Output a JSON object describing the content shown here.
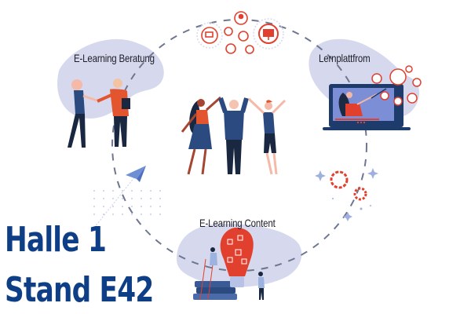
{
  "sections": {
    "consulting": {
      "label": "E-Learning Beratung"
    },
    "platform": {
      "label": "Lernplattfrom"
    },
    "content": {
      "label": "E-Learning Content"
    }
  },
  "booth": {
    "hall": "Halle 1",
    "stand": "Stand E42"
  },
  "colors": {
    "brand_blue": "#0e3f86",
    "accent_red": "#e2402e",
    "blob_lavender": "#d6d9ee",
    "dash_gray": "#6f7790",
    "sparkle_blue": "#9fb0e0"
  },
  "icons": [
    "presentation-icon",
    "person-icon",
    "gamepad-icon",
    "network-icon",
    "monitor-profile-icon",
    "briefcase-icon",
    "medal-icon",
    "lightbulb-icon",
    "gear-icon",
    "paper-plane-icon",
    "puzzle-lightbulb-icon"
  ]
}
